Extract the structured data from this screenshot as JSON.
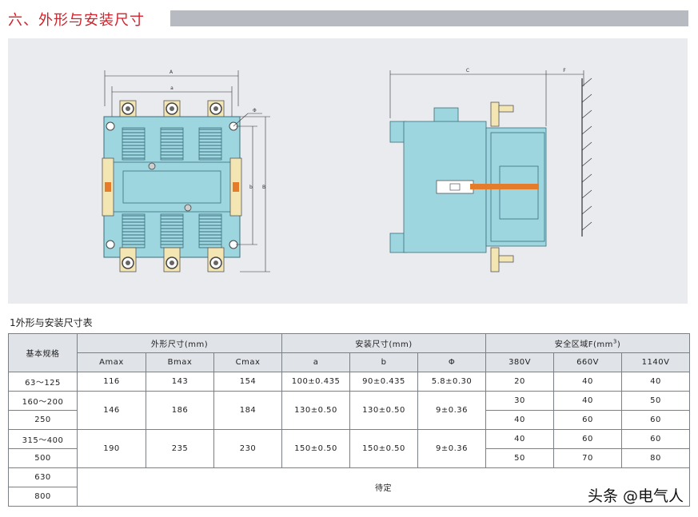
{
  "section": {
    "title": "六、外形与安装尺寸"
  },
  "drawing": {
    "front_labels": {
      "A": "A",
      "a": "a",
      "phi": "Φ",
      "b": "b",
      "B": "B"
    },
    "side_labels": {
      "C": "C",
      "F": "F"
    }
  },
  "table": {
    "caption": "1外形与安装尺寸表",
    "headers": {
      "base_spec": "基本规格",
      "outline": "外形尺寸(mm)",
      "install": "安装尺寸(mm)",
      "safety": "安全区域F(mm",
      "safety_sup": "3",
      "safety_close": ")",
      "amax": "Amax",
      "bmax": "Bmax",
      "cmax": "Cmax",
      "a": "a",
      "b": "b",
      "phi": "Φ",
      "v380": "380V",
      "v660": "660V",
      "v1140": "1140V"
    },
    "rows": {
      "r1": {
        "spec": "63～125",
        "amax": "116",
        "bmax": "143",
        "cmax": "154",
        "a": "100±0.435",
        "b": "90±0.435",
        "phi": "5.8±0.30",
        "v380": "20",
        "v660": "40",
        "v1140": "40"
      },
      "r2": {
        "spec": "160～200",
        "v380": "30",
        "v660": "40",
        "v1140": "50"
      },
      "r3": {
        "spec": "250",
        "v380": "40",
        "v660": "60",
        "v1140": "60"
      },
      "g23": {
        "amax": "146",
        "bmax": "186",
        "cmax": "184",
        "a": "130±0.50",
        "b": "130±0.50",
        "phi": "9±0.36"
      },
      "r4": {
        "spec": "315～400",
        "v380": "40",
        "v660": "60",
        "v1140": "60"
      },
      "r5": {
        "spec": "500",
        "v380": "50",
        "v660": "70",
        "v1140": "80"
      },
      "g45": {
        "amax": "190",
        "bmax": "235",
        "cmax": "230",
        "a": "150±0.50",
        "b": "150±0.50",
        "phi": "9±0.36"
      },
      "r6": {
        "spec": "630"
      },
      "r7": {
        "spec": "800"
      },
      "pending": "待定"
    }
  },
  "watermark": "头条 @电气人",
  "colors": {
    "title_red": "#d3202a",
    "body_blue": "#9ed6e0",
    "panel_gray": "#e9ebef",
    "terminal": "#f3e6b2",
    "orange": "#e57c2c"
  }
}
